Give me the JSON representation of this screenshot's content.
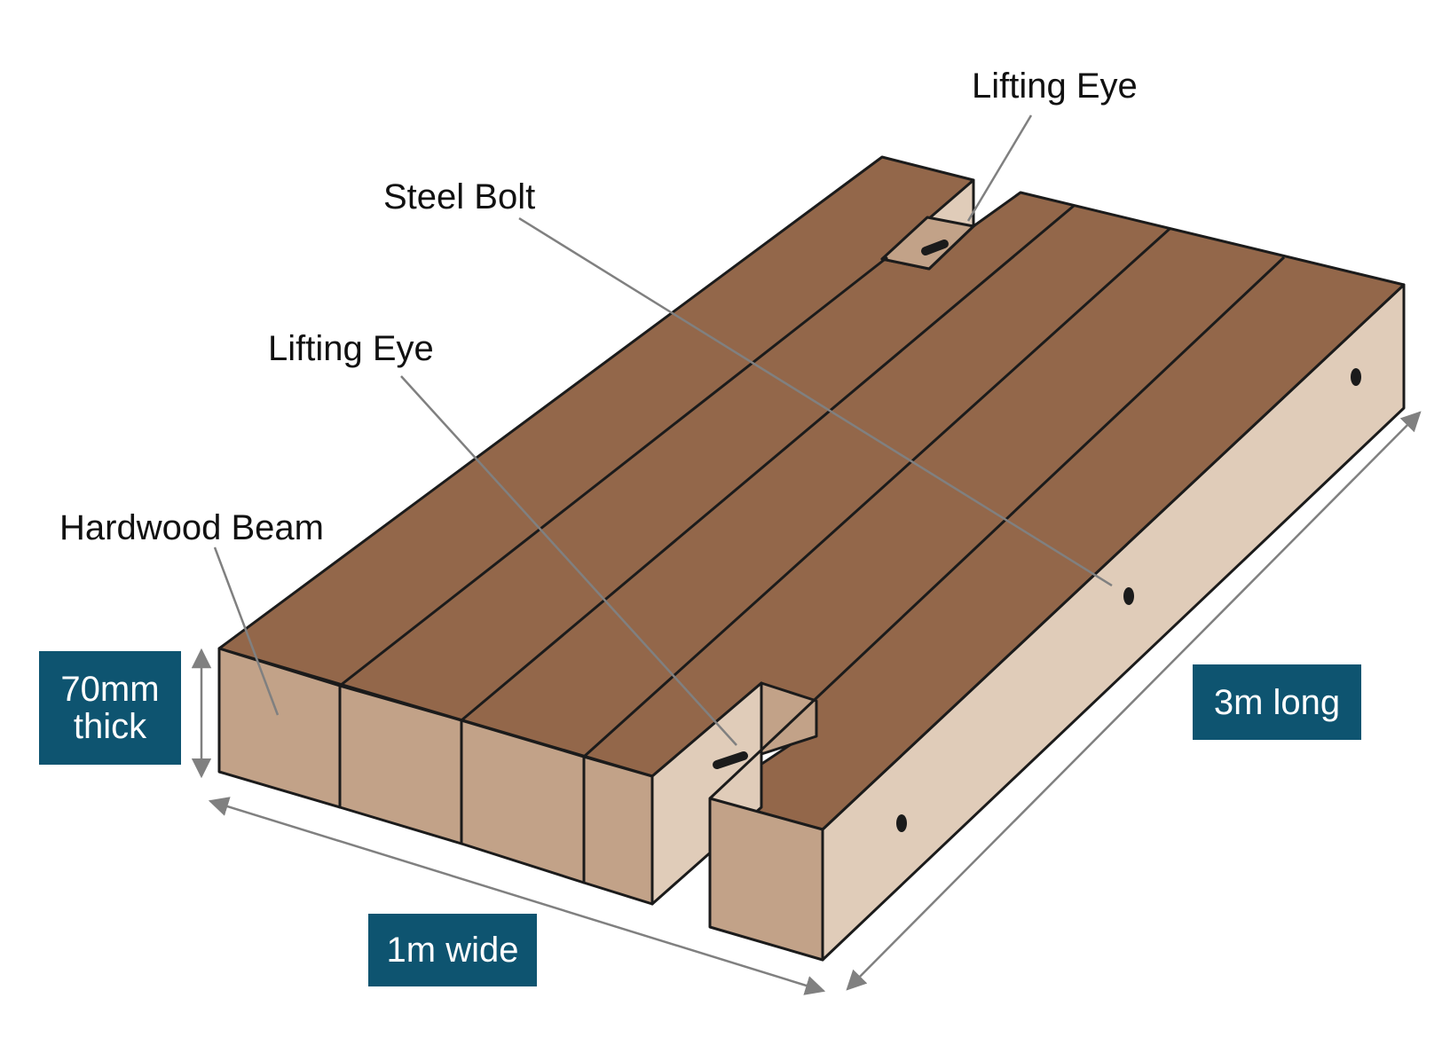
{
  "labels": {
    "lifting_eye_top": "Lifting Eye",
    "steel_bolt": "Steel Bolt",
    "lifting_eye_mid": "Lifting Eye",
    "hardwood_beam": "Hardwood Beam"
  },
  "dimensions": {
    "thickness": "70mm thick",
    "width": "1m wide",
    "length": "3m long"
  },
  "colors": {
    "top_face": "#93674a",
    "front_face": "#c2a288",
    "side_face": "#e0ccb9",
    "outline": "#1b1b1b",
    "leader": "#808080",
    "dim_box": "#0e5470"
  }
}
